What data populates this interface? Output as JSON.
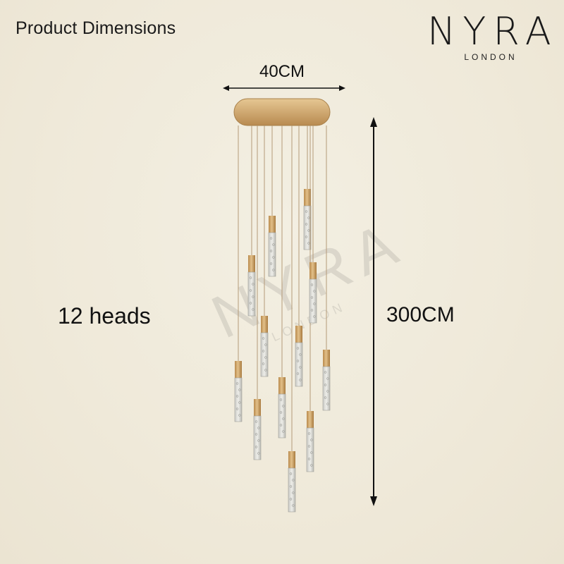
{
  "header": {
    "title": "Product Dimensions"
  },
  "brand": {
    "name": "NYRA",
    "subtitle": "LONDON"
  },
  "dimensions": {
    "width": "40CM",
    "height": "300CM",
    "heads": "12 heads"
  },
  "watermark": {
    "name": "NYRA",
    "subtitle": "LONDON"
  },
  "colors": {
    "background": "#f0ebdc",
    "gold": "#c9a062",
    "text": "#111111"
  },
  "product": {
    "head_count": 12
  }
}
